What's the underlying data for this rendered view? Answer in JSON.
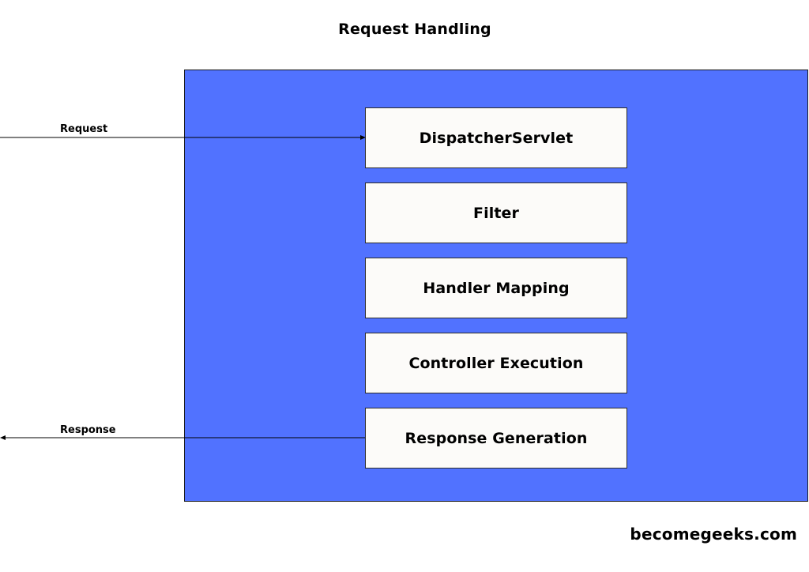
{
  "diagram": {
    "title": "Request Handling",
    "steps": [
      {
        "label": "DispatcherServlet"
      },
      {
        "label": "Filter"
      },
      {
        "label": "Handler Mapping"
      },
      {
        "label": "Controller Execution"
      },
      {
        "label": "Response Generation"
      }
    ],
    "request_label": "Request",
    "response_label": "Response",
    "container_color": "#5172FF",
    "step_fill_color": "#FCFBF9"
  },
  "footer": {
    "brand": "becomegeeks.com"
  }
}
